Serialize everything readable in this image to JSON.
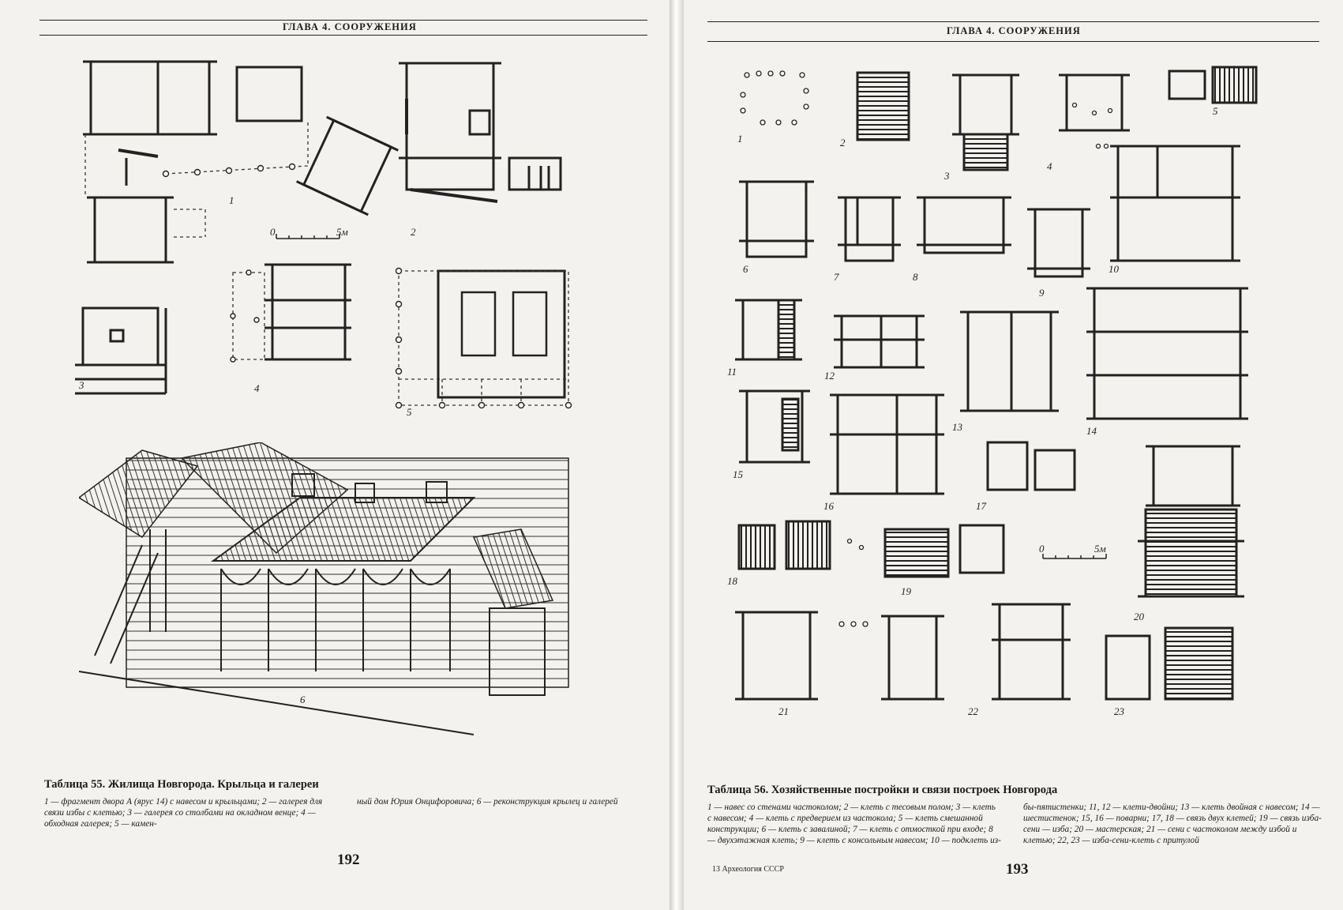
{
  "left": {
    "header": "ГЛАВА 4. СООРУЖЕНИЯ",
    "figure_labels": [
      "1",
      "2",
      "3",
      "4",
      "5",
      "6"
    ],
    "scale": {
      "start": "0",
      "end": "5м"
    },
    "caption_title": "Таблица 55. Жилища Новгорода. Крыльца и галереи",
    "caption_col1": "1 — фрагмент двора А (ярус 14) с навесом и крыльцами; 2 — галерея для связи избы с клетью; 3 — галерея со столбами на окладном венце; 4 — обходная галерея; 5 — камен-",
    "caption_col2": "ный дом Юрия Онцифоровича; 6 — реконструкция крылец и галерей",
    "page_number": "192"
  },
  "right": {
    "header": "ГЛАВА 4. СООРУЖЕНИЯ",
    "figure_labels": [
      "1",
      "2",
      "3",
      "4",
      "5",
      "6",
      "7",
      "8",
      "9",
      "10",
      "11",
      "12",
      "13",
      "14",
      "15",
      "16",
      "17",
      "18",
      "19",
      "20",
      "21",
      "22",
      "23"
    ],
    "scale": {
      "start": "0",
      "end": "5м"
    },
    "caption_title": "Таблица 56. Хозяйственные постройки и связи построек Новгорода",
    "caption_col1": "1 — навес со стенами частоколом; 2 — клеть с тесовым полом; 3 — клеть с навесом; 4 — клеть с предвериeм из частокола; 5 — клеть смешанной конструкции; 6 — клеть с завалиной; 7 — клеть с отмосткой при входе; 8 — двухэтажная клеть; 9 — клеть с консольным навесом; 10 — подклеть из-",
    "caption_col2": "бы-пятистенки; 11, 12 — клети-двойни; 13 — клеть двойная с навесом; 14 — шестистенок; 15, 16 — поварни; 17, 18 — связь двух клетей; 19 — связь изба-сени — изба; 20 — мастерская; 21 — сени с частоколом между избой и клетью; 22, 23 — изба-сени-клеть с притулой",
    "footnote": "13 Археология СССР",
    "page_number": "193"
  }
}
